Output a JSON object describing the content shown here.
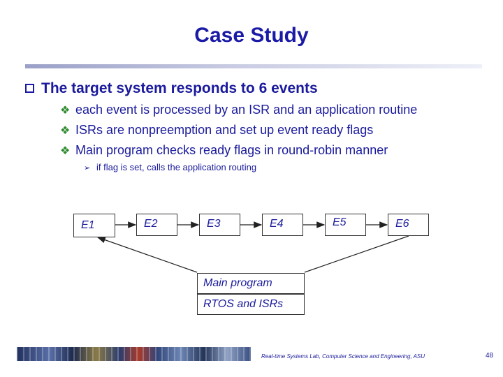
{
  "title": "Case Study",
  "bullet1": "The target system responds to 6 events",
  "sub_bullets": [
    "each event is processed by an ISR and an application routine",
    "ISRs are nonpreemption and set up event ready flags",
    "Main program checks ready flags in round-robin manner"
  ],
  "sub_sub_bullet": "if flag is set, calls the application routing",
  "events": [
    "E1",
    "E2",
    "E3",
    "E4",
    "E5",
    "E6"
  ],
  "stack": {
    "top": "Main program",
    "bottom": "RTOS and ISRs"
  },
  "footer": "Real-time Systems Lab, Computer Science and Engineering, ASU",
  "page_number": "48",
  "colors": {
    "title": "#1a1aa6",
    "text": "#1a1a9c",
    "bullet_diamond": "#2e8b2e"
  }
}
